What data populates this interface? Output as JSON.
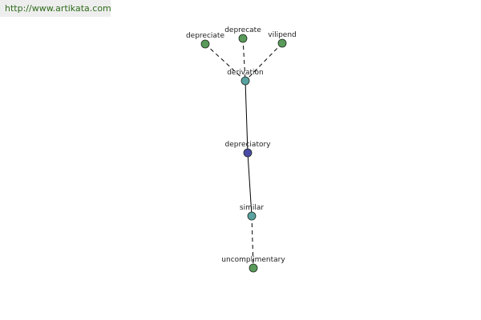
{
  "watermark": {
    "text": "http://www.artikata.com"
  },
  "colors": {
    "leaf": "#5a9a5a",
    "related": "#5aa2a2",
    "focus": "#4a4aa6",
    "edge": "#000000",
    "watermark_text": "#2e6b1a",
    "watermark_bg": "#eeeeee"
  },
  "graph": {
    "nodes": [
      {
        "id": "depreciate",
        "label": "depreciate",
        "kind": "leaf"
      },
      {
        "id": "deprecate",
        "label": "deprecate",
        "kind": "leaf"
      },
      {
        "id": "vilipend",
        "label": "vilipend",
        "kind": "leaf"
      },
      {
        "id": "derivation",
        "label": "derivation",
        "kind": "related"
      },
      {
        "id": "depreciatory",
        "label": "depreciatory",
        "kind": "focus"
      },
      {
        "id": "similar",
        "label": "similar",
        "kind": "related"
      },
      {
        "id": "uncomplimentary",
        "label": "uncomplimentary",
        "kind": "leaf"
      }
    ],
    "edges": [
      {
        "from": "depreciate",
        "to": "derivation",
        "style": "dashed"
      },
      {
        "from": "deprecate",
        "to": "derivation",
        "style": "dashed"
      },
      {
        "from": "vilipend",
        "to": "derivation",
        "style": "dashed"
      },
      {
        "from": "derivation",
        "to": "depreciatory",
        "style": "solid"
      },
      {
        "from": "depreciatory",
        "to": "similar",
        "style": "solid"
      },
      {
        "from": "similar",
        "to": "uncomplimentary",
        "style": "dashed"
      }
    ]
  }
}
